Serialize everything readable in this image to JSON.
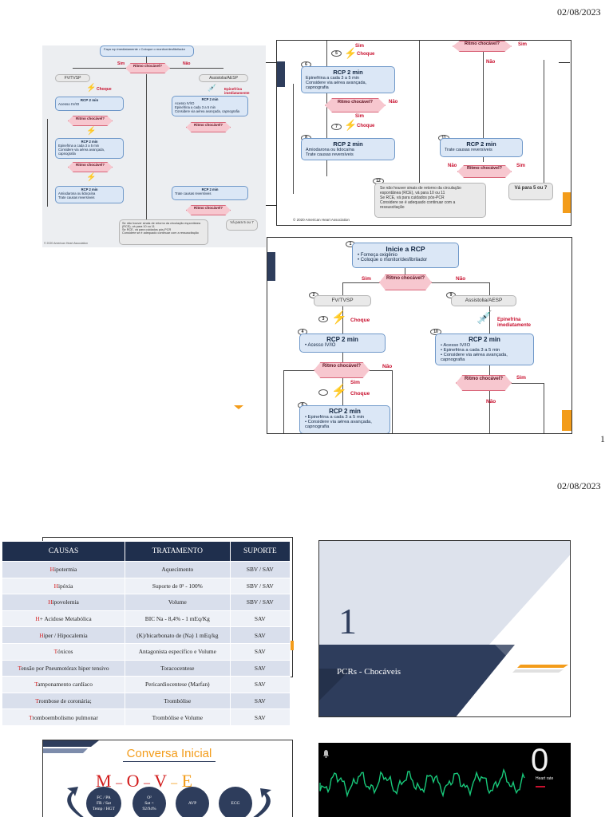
{
  "pages": [
    {
      "date": "02/08/2023",
      "number": "1"
    },
    {
      "date": "02/08/2023",
      "number": ""
    }
  ],
  "slide_a": {
    "tiny_text": "Faça rcp imediatamente • Coloque o monitor/desfibrilador",
    "yes": "Sim",
    "no": "Não",
    "rhythm": "Ritmo chocável?",
    "fv": "FV/TVSP",
    "asys": "Assistolia/AESP",
    "shock": "Choque",
    "epi_now": "Epinefrina imediatamente",
    "rcp": "RCP 2 min",
    "b4": "Acesso IV/IO",
    "b6a": "Epinefrina a cada 3 a 5 min",
    "b6b": "Considere via aérea avançada, capnografia",
    "b8a": "Amiodarona ou lidocaína",
    "b8b": "Trate causas reversíveis",
    "b10a": "Acesso IV/IO",
    "b10b": "Epinefrina a cada 3 a 5 min",
    "b10c": "Considere via aérea avançada, capnografia",
    "b11": "Trate causas reversíveis",
    "b12a": "Se não houver sinais de retorno da circulação espontânea (RCE), vá para 10 ou 11",
    "b12b": "Se RCE, vá para cuidados pós-PCR",
    "b12c": "Considere se é adequado continuar com a ressuscitação",
    "goto": "Vá para 5 ou 7",
    "credit": "© 2020 American Heart Association"
  },
  "slide_b": {
    "n5": "5",
    "n6": "6",
    "n7": "7",
    "n8": "8",
    "n11": "11",
    "n12": "12",
    "shock": "Choque",
    "rhythm": "Ritmo chocável?",
    "yes": "Sim",
    "no": "Não",
    "rcp": "RCP 2 min",
    "b6a": "Epinefrina a cada 3 a 5 min",
    "b6b": "Considere via aérea avançada, capnografia",
    "b8a": "Amiodarona ou lidocaína",
    "b8b": "Trate causas reversíveis",
    "b11": "Trate causas reversíveis",
    "b12a": "Se não houver sinais de retorno da circulação espontânea (RCE), vá para 10 ou 11",
    "b12b": "Se RCE, vá para cuidados pós-PCR",
    "b12c": "Considere se é adequado continuar com a ressuscitação",
    "goto": "Vá para 5 ou 7",
    "credit": "© 2020 American Heart Association"
  },
  "slide_c": {
    "n1": "1",
    "n2": "2",
    "n3": "3",
    "n4": "4",
    "n6": "6",
    "n9": "9",
    "n10": "10",
    "title": "Inicie a RCP",
    "t1": "Forneça oxigênio",
    "t2": "Coloque o monitor/desfibrilador",
    "rhythm": "Ritmo chocável?",
    "yes": "Sim",
    "no": "Não",
    "fv": "FV/TVSP",
    "asys": "Assistolia/AESP",
    "shock": "Choque",
    "epi_now": "Epinefrina imediatamente",
    "rcp": "RCP 2 min",
    "b4": "Acesso IV/IO",
    "b10a": "Acesso IV/IO",
    "b10b": "Epinefrina a cada 3 a 5 min",
    "b10c": "Considere via aérea avançada, capnografia",
    "b6a": "Epinefrina a cada 3 a 5 min",
    "b6b": "Considere via aérea avançada, capnografia"
  },
  "causas_table": {
    "headers": [
      "CAUSAS",
      "TRATAMENTO",
      "SUPORTE"
    ],
    "rows": [
      {
        "initial": "H",
        "rest": "ipotermia",
        "treatment": "Aquecimento",
        "support": "SBV / SAV"
      },
      {
        "initial": "H",
        "rest": "ipóxia",
        "treatment": "Suporte de 0² - 100%",
        "support": "SBV / SAV"
      },
      {
        "initial": "H",
        "rest": "ipovolemia",
        "treatment": "Volume",
        "support": "SBV / SAV"
      },
      {
        "initial": "H",
        "rest": "+ Acidose Metabólica",
        "treatment": "BIC Na - 8,4% - 1 mEq/Kg",
        "support": "SAV"
      },
      {
        "initial": "H",
        "rest": "iper /  Hipocalemia",
        "treatment": "(K)/bicarbonato de (Na) 1 mEq/kg",
        "support": "SAV"
      },
      {
        "initial": "T",
        "rest": "óxicos",
        "treatment": "Antagonista específico e Volume",
        "support": "SAV"
      },
      {
        "initial": "T",
        "rest": "ensão por Pneumotórax hiper        tensivo",
        "treatment": "Toracocentese",
        "support": "SAV"
      },
      {
        "initial": "T",
        "rest": "amponamento cardíaco",
        "treatment": "Pericardiocentese (Marfan)",
        "support": "SAV"
      },
      {
        "initial": "T",
        "rest": "rombose de coronária;",
        "treatment": "Trombólise",
        "support": "SAV"
      },
      {
        "initial": "T",
        "rest": "romboembolismo pulmonar",
        "treatment": "Trombólise e Volume",
        "support": "SAV"
      }
    ]
  },
  "slide_e": {
    "number": "1",
    "title": "PCRs - Chocáveis"
  },
  "slide_f": {
    "title": "Conversa Inicial",
    "letters": [
      "M",
      "O",
      "V",
      "E"
    ],
    "dash": "–",
    "circles": [
      "FC / PA\nFR / Sat\nTemp / HGT",
      "O²\nSat <\n92/94%",
      "AVP",
      "ECG"
    ]
  },
  "slide_g": {
    "big_number": "0",
    "label": "Heart rate"
  },
  "colors": {
    "navy": "#2e3d5c",
    "accent": "#f39c1a",
    "alarm_red": "#c8102e",
    "ecg_green": "#18c87a"
  }
}
